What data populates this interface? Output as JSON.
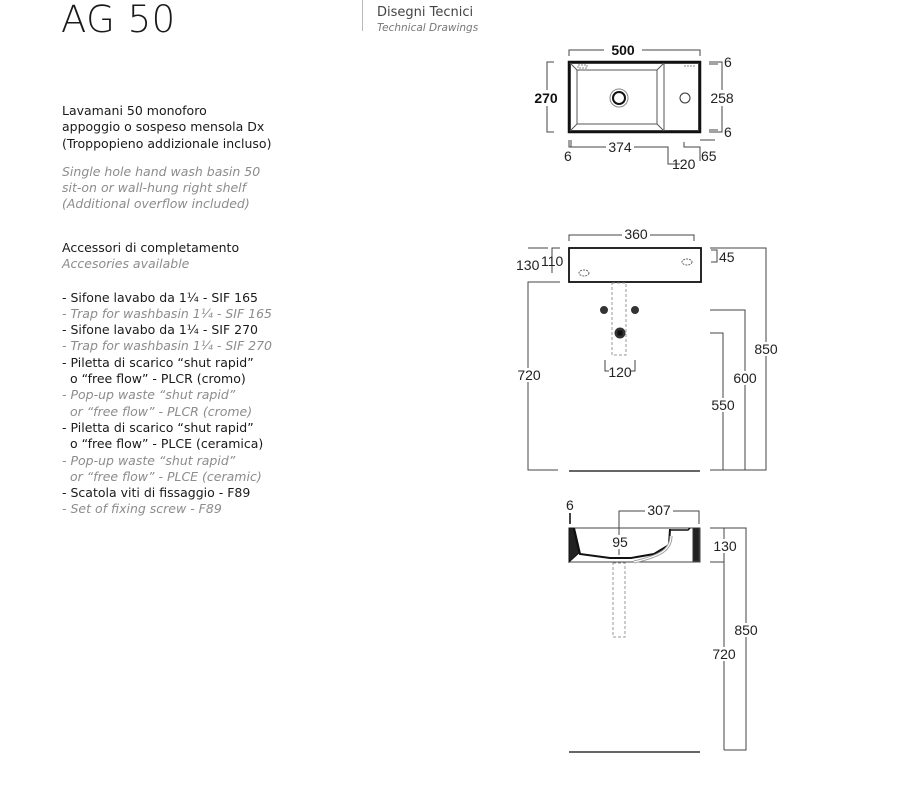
{
  "header": {
    "title": "AG 50",
    "section_it": "Disegni Tecnici",
    "section_en": "Technical Drawings"
  },
  "product": {
    "description_it": [
      "Lavamani 50 monoforo",
      "appoggio o sospeso mensola Dx",
      "(Troppopieno addizionale incluso)"
    ],
    "description_en": [
      "Single hole hand wash basin 50",
      "sit-on or wall-hung right shelf",
      "(Additional overflow included)"
    ]
  },
  "accessories": {
    "heading_it": "Accessori di completamento",
    "heading_en": "Accesories available",
    "items": [
      {
        "it": [
          "- Sifone lavabo da 1¼ - SIF 165"
        ],
        "en": [
          "- Trap for washbasin 1¼ - SIF 165"
        ]
      },
      {
        "it": [
          "- Sifone lavabo da 1¼ - SIF 270"
        ],
        "en": [
          "- Trap for washbasin 1¼ - SIF 270"
        ]
      },
      {
        "it": [
          "- Piletta di scarico “shut rapid”",
          "  o “free flow” - PLCR (cromo)"
        ],
        "en": [
          "- Pop-up waste “shut rapid”",
          "  or “free flow” - PLCR (crome)"
        ]
      },
      {
        "it": [
          "- Piletta di scarico “shut rapid”",
          "  o “free flow” - PLCE (ceramica)"
        ],
        "en": [
          "- Pop-up waste “shut rapid”",
          "  or “free flow” - PLCE (ceramic)"
        ]
      },
      {
        "it": [
          "- Scatola viti di fissaggio - F89"
        ],
        "en": [
          "- Set of fixing screw - F89"
        ]
      }
    ]
  },
  "drawings": {
    "top_view": {
      "width": "500",
      "depth": "270",
      "inner_depth": "258",
      "rim_top": "6",
      "rim_bottom": "6",
      "rim_left": "6",
      "bowl_width": "374",
      "shelf_width": "120",
      "tap_offset": "65"
    },
    "front_view": {
      "top_width": "360",
      "height_total": "130",
      "height_inner": "110",
      "overflow_offset": "45",
      "trap_width": "120",
      "floor_to_rim": "850",
      "floor_to_base": "720",
      "floor_to_trap": "600",
      "floor_to_waste": "550"
    },
    "side_view": {
      "rim": "6",
      "depth": "307",
      "bowl_depth": "95",
      "height": "130",
      "floor_to_rim": "850",
      "floor_to_base": "720"
    }
  }
}
